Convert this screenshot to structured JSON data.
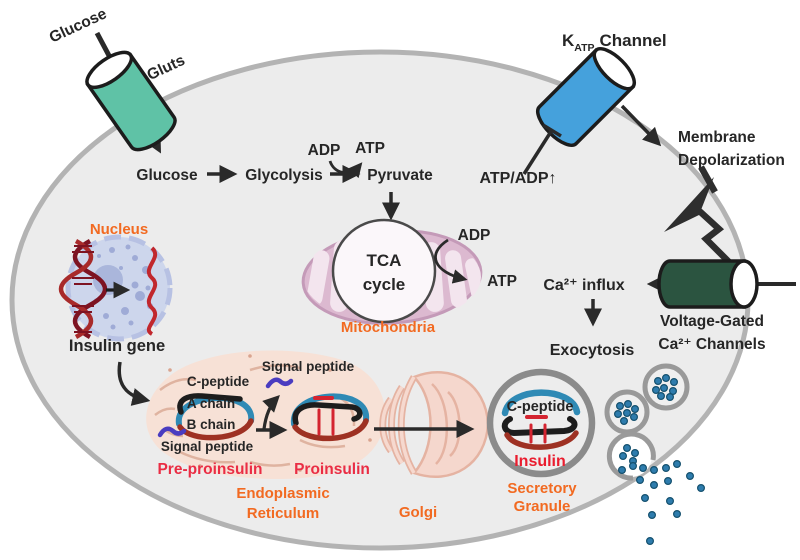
{
  "figure": "Pancreatic beta-cell glucose-stimulated insulin secretion pathway",
  "labels": {
    "glucose_out": "Glucose",
    "gluts": "Gluts",
    "glucose_in": "Glucose",
    "glycolysis": "Glycolysis",
    "adp1": "ADP",
    "atp1": "ATP",
    "pyruvate": "Pyruvate",
    "tca_line1": "TCA",
    "tca_line2": "cycle",
    "adp2": "ADP",
    "atp2": "ATP",
    "mitochondria": "Mitochondria",
    "katp_k": "K",
    "katp_sub": "ATP",
    "katp_channel": "Channel",
    "atp_adp_ratio": "ATP/ADP↑",
    "membrane_line1": "Membrane",
    "membrane_line2": "Depolarization",
    "ca_influx": "Ca²⁺ influx",
    "exocytosis": "Exocytosis",
    "vg_line1": "Voltage-Gated",
    "vg_line2": "Ca²⁺ Channels",
    "nucleus": "Nucleus",
    "insulin_gene": "Insulin gene",
    "c_peptide1": "C-peptide",
    "a_chain": "A chain",
    "b_chain": "B chain",
    "signal_peptide1": "Signal peptide",
    "signal_peptide2": "Signal peptide",
    "pre_proinsulin": "Pre-proinsulin",
    "proinsulin": "Proinsulin",
    "er_line1": "Endoplasmic",
    "er_line2": "Reticulum",
    "golgi": "Golgi",
    "c_peptide2": "C-peptide",
    "insulin": "Insulin",
    "granule_line1": "Secretory",
    "granule_line2": "Granule"
  },
  "colors": {
    "cell_fill": "#ececec",
    "cell_border": "#b3b3b3",
    "glut_transporter": "#5fc2a6",
    "katp_channel": "#45a1dc",
    "ca_channel": "#2b5440",
    "mitochondria_fill": "#dcb9d0",
    "mitochondria_cristae": "#f3e5ee",
    "tca_circle_fill": "#fbf7fa",
    "nucleus_fill": "#cdd6ec",
    "nucleus_speckle": "#9fabd6",
    "dna_dark": "#7d1322",
    "dna_light": "#a82a2a",
    "mrna": "#c1272d",
    "er_fill": "#f7e1d6",
    "er_lines": "#dfb3a0",
    "golgi_fill": "#f5d7cd",
    "golgi_lines": "#e5b3a2",
    "granule_ring": "#8b8b8b",
    "organelle_label": "#f26a21",
    "protein_label": "#ea2d44",
    "insulin_label": "#ea1c2e",
    "c_peptide_chain": "#2f8ab5",
    "a_chain": "#1d1d1d",
    "b_chain": "#9e3123",
    "signal_peptide": "#4a3cc0",
    "disulfide_bond": "#d42430",
    "insulin_granule_dot": "#2e7cad",
    "arrow": "#2a2a2a"
  }
}
